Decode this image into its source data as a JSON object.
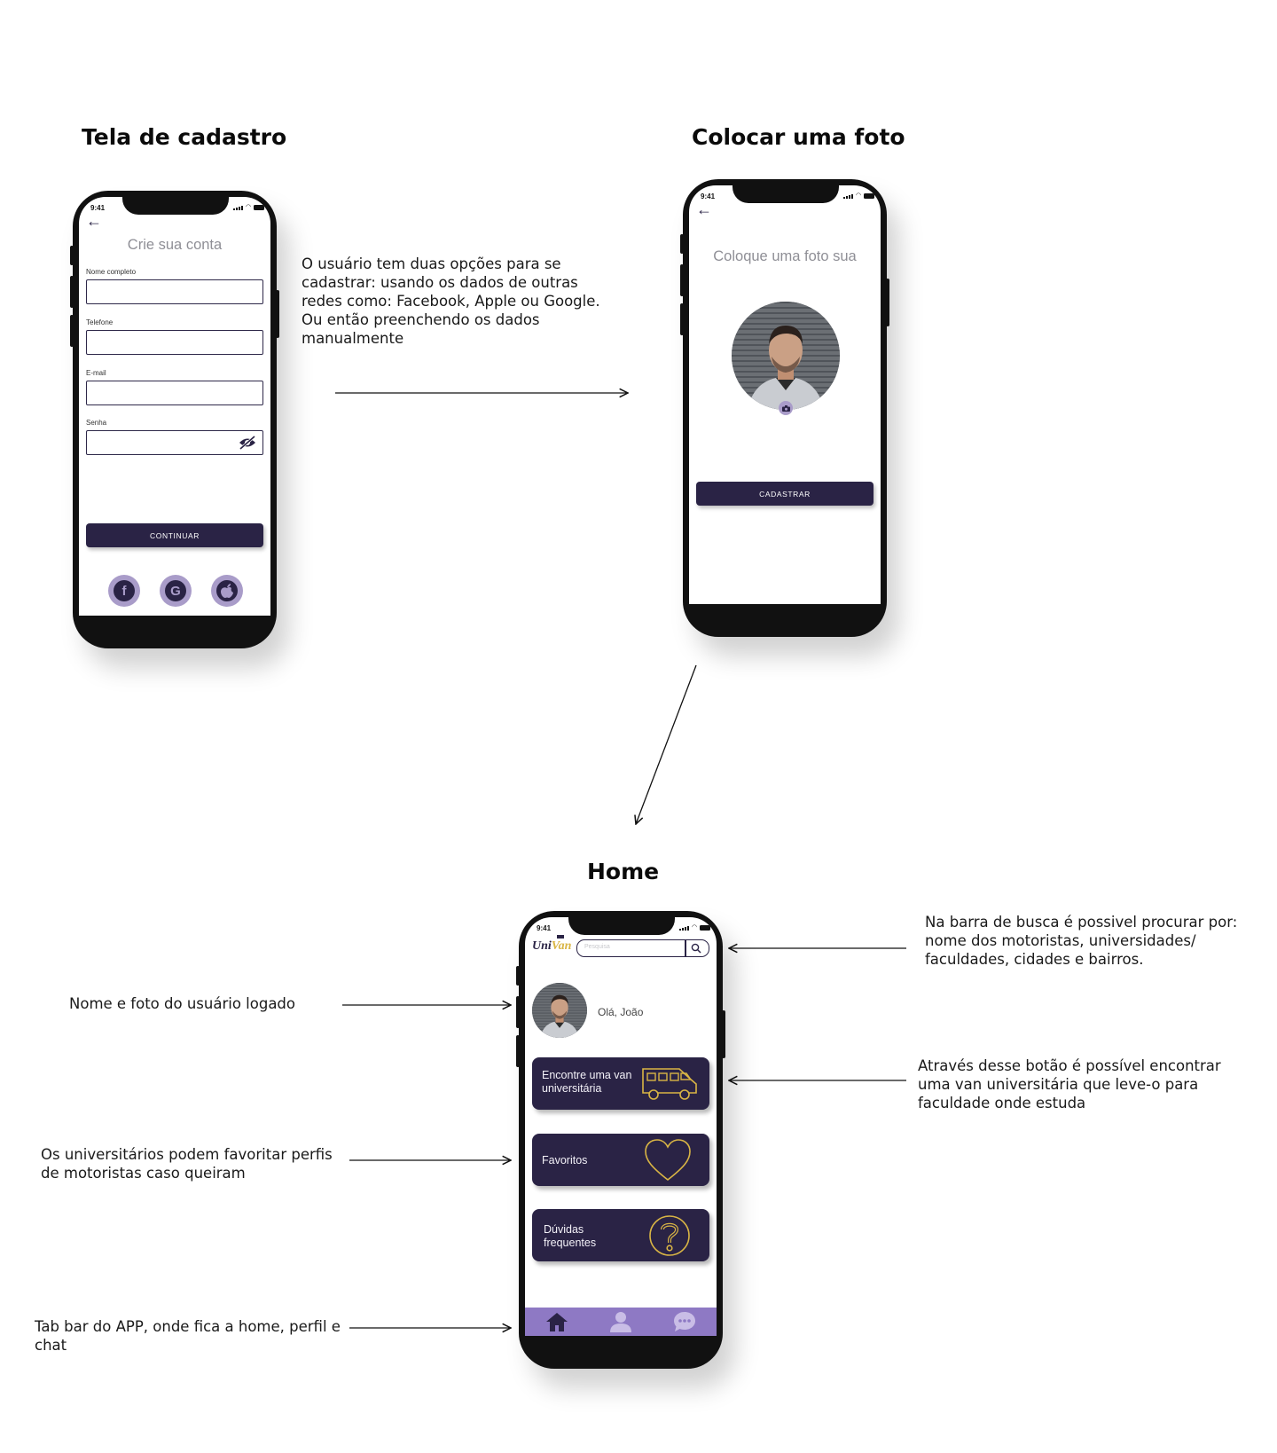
{
  "titles": {
    "signup": "Tela de cadastro",
    "photo": "Colocar uma foto",
    "home": "Home"
  },
  "notes": {
    "signup": "O usuário tem duas opções para se cadastrar: usando os dados de outras redes como: Facebook, Apple ou Google. Ou então preenchendo os dados manualmente",
    "search": "Na barra de busca é possivel procurar por: nome dos motoristas, universidades/ faculdades, cidades e bairros.",
    "user": "Nome e foto do usuário logado",
    "van": "Através desse botão é possível encontrar uma van universitária que leve-o para faculdade onde estuda",
    "favorites": "Os universitários podem favoritar perfis de motoristas caso queiram",
    "tabbar": "Tab bar do APP, onde fica a home, perfil e chat"
  },
  "status": {
    "time": "9:41"
  },
  "signup": {
    "heading": "Crie sua conta",
    "fields": [
      {
        "label": "Nome completo"
      },
      {
        "label": "Telefone"
      },
      {
        "label": "E-mail"
      },
      {
        "label": "Senha"
      }
    ],
    "continue_label": "CONTINUAR",
    "social": [
      "facebook-icon",
      "google-icon",
      "apple-icon"
    ]
  },
  "photo": {
    "heading": "Coloque uma foto sua",
    "submit_label": "CADASTRAR"
  },
  "home": {
    "logo_uni": "Uni",
    "logo_van": "Van",
    "search_placeholder": "Pesquisa",
    "greeting": "Olá, João",
    "cards": [
      {
        "label": "Encontre uma van universitária",
        "icon": "van-icon"
      },
      {
        "label": "Favoritos",
        "icon": "heart-icon"
      },
      {
        "label": "Dúvidas frequentes",
        "icon": "question-icon"
      }
    ],
    "tabs": [
      "home-icon",
      "profile-icon",
      "chat-icon"
    ]
  },
  "colors": {
    "primary": "#2a2345",
    "accent": "#a99cc9",
    "tabbar": "#8e79c4",
    "gold": "#d9b545"
  }
}
